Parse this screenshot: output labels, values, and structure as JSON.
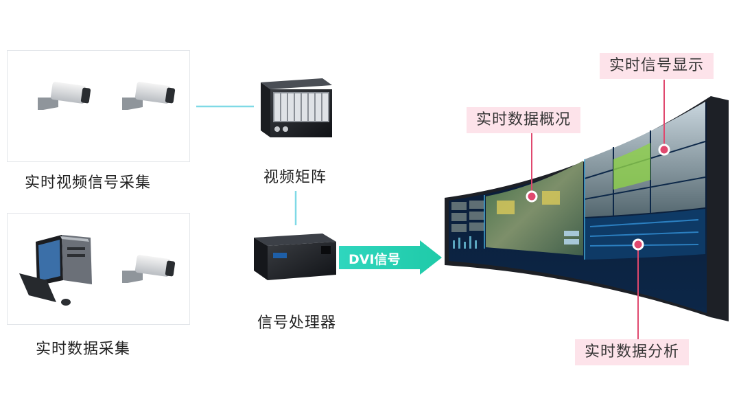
{
  "labels": {
    "video_capture": "实时视频信号采集",
    "data_capture": "实时数据采集",
    "video_matrix": "视频矩阵",
    "signal_processor": "信号处理器",
    "dvi_signal": "DVI信号"
  },
  "callouts": {
    "realtime_signal_display": "实时信号显示",
    "realtime_data_overview": "实时数据概况",
    "realtime_data_analysis": "实时数据分析"
  },
  "colors": {
    "connector": "#7fd9e6",
    "arrow": "#2fd6be",
    "callout_bg": "#fde3ea",
    "callout_line": "#e0486e",
    "box_border": "#e3e6ea"
  },
  "icons": [
    "camera-icon",
    "computer-icon",
    "video-matrix-device",
    "signal-processor-device",
    "video-wall"
  ]
}
